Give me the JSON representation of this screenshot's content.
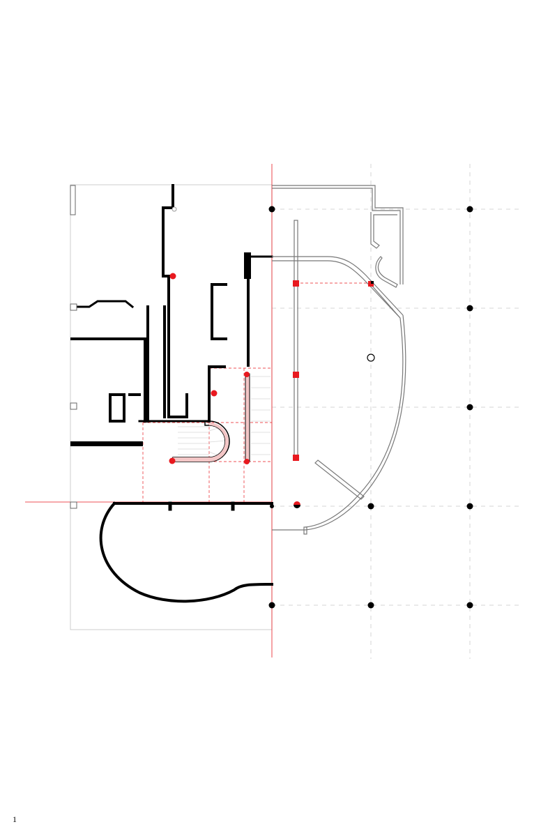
{
  "page": {
    "page_number": "1"
  },
  "colors": {
    "background": "#ffffff",
    "wall": "#000000",
    "outline_wall": "#8a8a8a",
    "accent": "#e8191f",
    "guide": "#d0d0d0",
    "site_boundary": "#cccccc"
  },
  "drawing": {
    "type": "architectural-floor-plan",
    "halves": [
      "existing-plan-left",
      "proposed-plan-right"
    ],
    "axis_line_color": "accent",
    "grid_style": "dashed",
    "column_marker": "filled-dot",
    "highlight_marker": "red-dot-and-square"
  }
}
